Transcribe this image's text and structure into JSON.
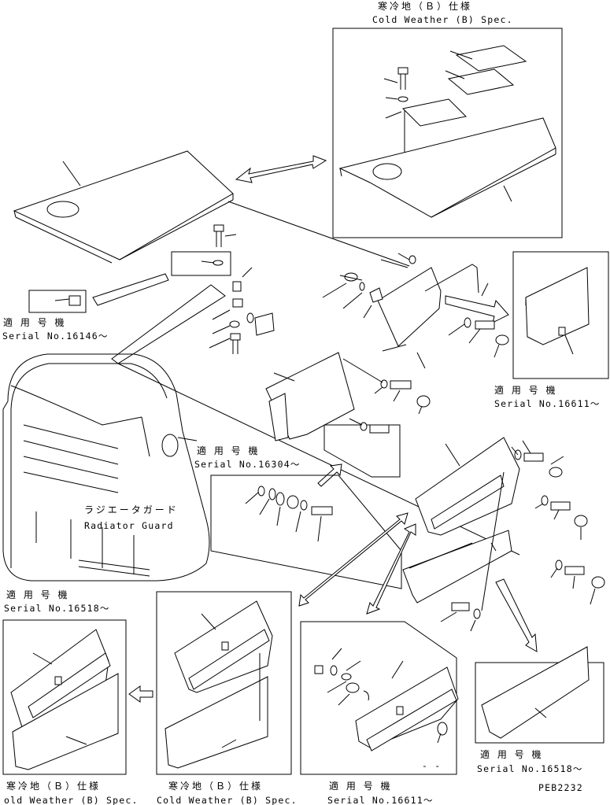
{
  "labels": {
    "cold_top_jp": "寒冷地（Ｂ）仕様",
    "cold_top_en": "Cold Weather (B) Spec.",
    "serial_left_jp": "適 用 号 機",
    "serial_left_en": "Serial No.16146～",
    "serial_right_jp": "適 用 号 機",
    "serial_right_en": "Serial No.16611～",
    "serial_mid_jp": "適 用 号 機",
    "serial_mid_en": "Serial No.16304～",
    "radiator_jp": "ラジエータガード",
    "radiator_en": "Radiator Guard",
    "serial_bl_jp": "適 用 号 機",
    "serial_bl_en": "Serial No.16518～",
    "serial_br_jp": "適 用 号 機",
    "serial_br_en": "Serial No.16518～",
    "bottom_1_jp": "寒冷地（Ｂ）仕様",
    "bottom_1_en": "old Weather (B) Spec.",
    "bottom_2_jp": "寒冷地（Ｂ）仕様",
    "bottom_2_en": "Cold Weather (B) Spec.",
    "bottom_3_jp": "適 用 号 機",
    "bottom_3_en": "Serial No.16611～",
    "drawing_code": "PEB2232"
  }
}
